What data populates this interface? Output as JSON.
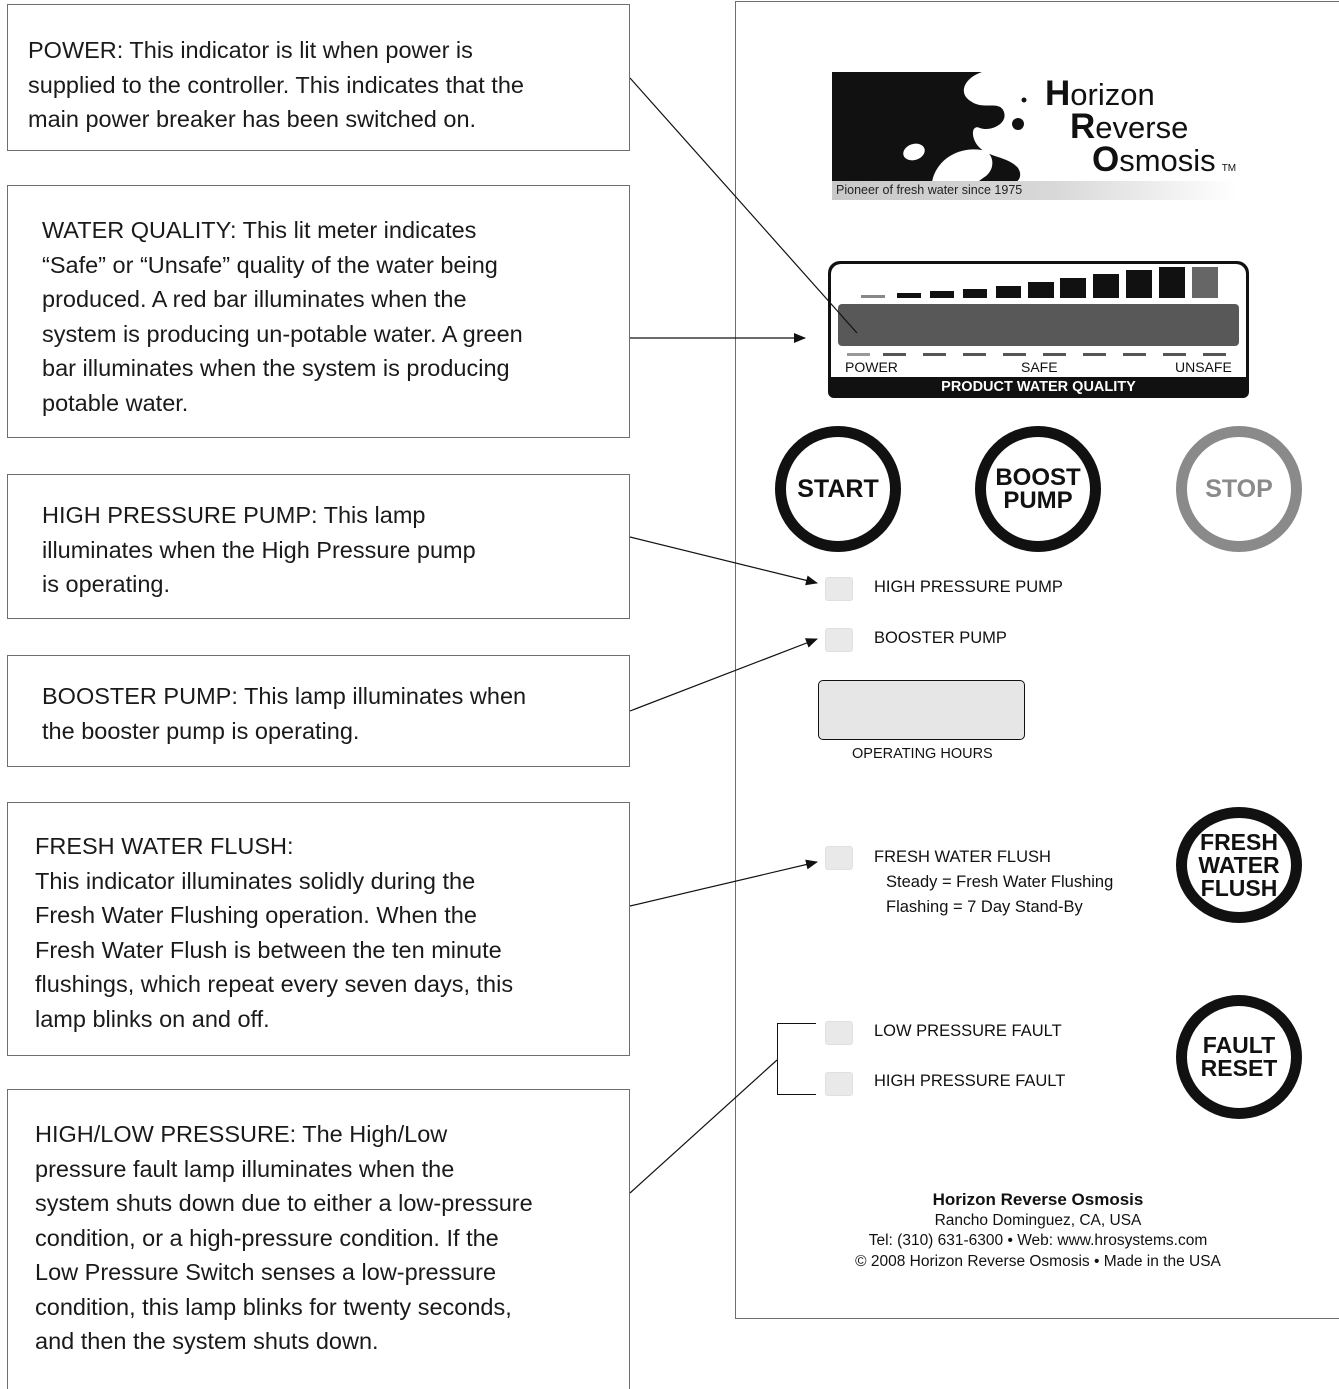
{
  "callouts": {
    "power": "POWER:  This indicator is lit when power is\nsupplied to the controller.  This indicates that the\nmain power breaker has been switched on.",
    "water_quality": "WATER QUALITY:  This lit meter indicates\n“Safe” or “Unsafe” quality of the water being\nproduced. A red bar illuminates when the\nsystem is producing un-potable water. A green\nbar illuminates when the system is producing\npotable water.",
    "high_pressure_pump": "HIGH PRESSURE PUMP:  This lamp\nilluminates when the High Pressure pump\nis operating.",
    "booster_pump": "BOOSTER PUMP:  This lamp illuminates when\nthe booster pump is operating.",
    "fresh_water_flush": "FRESH WATER FLUSH:\nThis indicator illuminates solidly during the\nFresh Water Flushing operation. When the\nFresh Water Flush is between the ten minute\nflushings, which repeat every seven days, this\nlamp blinks on and off.",
    "high_low_pressure": "HIGH/LOW PRESSURE:  The High/Low\npressure fault lamp illuminates when the\nsystem shuts down due to either a low-pressure\ncondition, or a high-pressure condition. If the\nLow Pressure Switch senses a low-pressure\ncondition, this lamp blinks for twenty seconds,\nand then the system shuts down."
  },
  "logo": {
    "line1_initial": "H",
    "line1_rest": "orizon",
    "line2_initial": "R",
    "line2_rest": "everse",
    "line3_initial": "O",
    "line3_rest": "smosis",
    "tm": "TM",
    "tagline": "Pioneer of fresh water since 1975"
  },
  "meter": {
    "label_power": "POWER",
    "label_safe": "SAFE",
    "label_unsafe": "UNSAFE",
    "title": "PRODUCT WATER QUALITY"
  },
  "buttons": {
    "start": "START",
    "boost": "BOOST\nPUMP",
    "stop": "STOP",
    "flush": "FRESH\nWATER\nFLUSH",
    "fault_reset": "FAULT\nRESET"
  },
  "indicators": {
    "high_pressure_pump": "HIGH PRESSURE PUMP",
    "booster_pump": "BOOSTER PUMP",
    "operating_hours": "OPERATING HOURS",
    "fresh_water_flush": "FRESH WATER FLUSH",
    "flush_steady": "Steady = Fresh Water Flushing",
    "flush_flashing": "Flashing = 7 Day Stand-By",
    "low_pressure_fault": "LOW PRESSURE FAULT",
    "high_pressure_fault": "HIGH PRESSURE FAULT"
  },
  "footer": {
    "company": "Horizon Reverse Osmosis",
    "location": "Rancho Dominguez, CA, USA",
    "contact": "Tel: (310) 631-6300 • Web: www.hrosystems.com",
    "copyright": "© 2008 Horizon Reverse Osmosis • Made in the USA"
  }
}
